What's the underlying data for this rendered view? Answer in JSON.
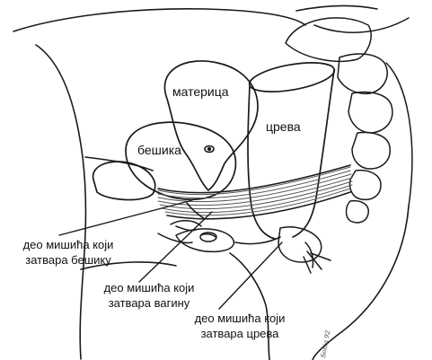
{
  "labels": {
    "uterus": "материца",
    "bladder": "бешика",
    "bowel": "црева",
    "bladder_muscle_line1": "део мишића који",
    "bladder_muscle_line2": "затвара бешику",
    "vagina_muscle_line1": "део мишића који",
    "vagina_muscle_line2": "затвара вагину",
    "bowel_muscle_line1": "део мишића који",
    "bowel_muscle_line2": "затвара црева"
  },
  "signature": "Sonia 92",
  "colors": {
    "line": "#1a1a1a",
    "muscle": "#555555",
    "background": "#ffffff"
  }
}
